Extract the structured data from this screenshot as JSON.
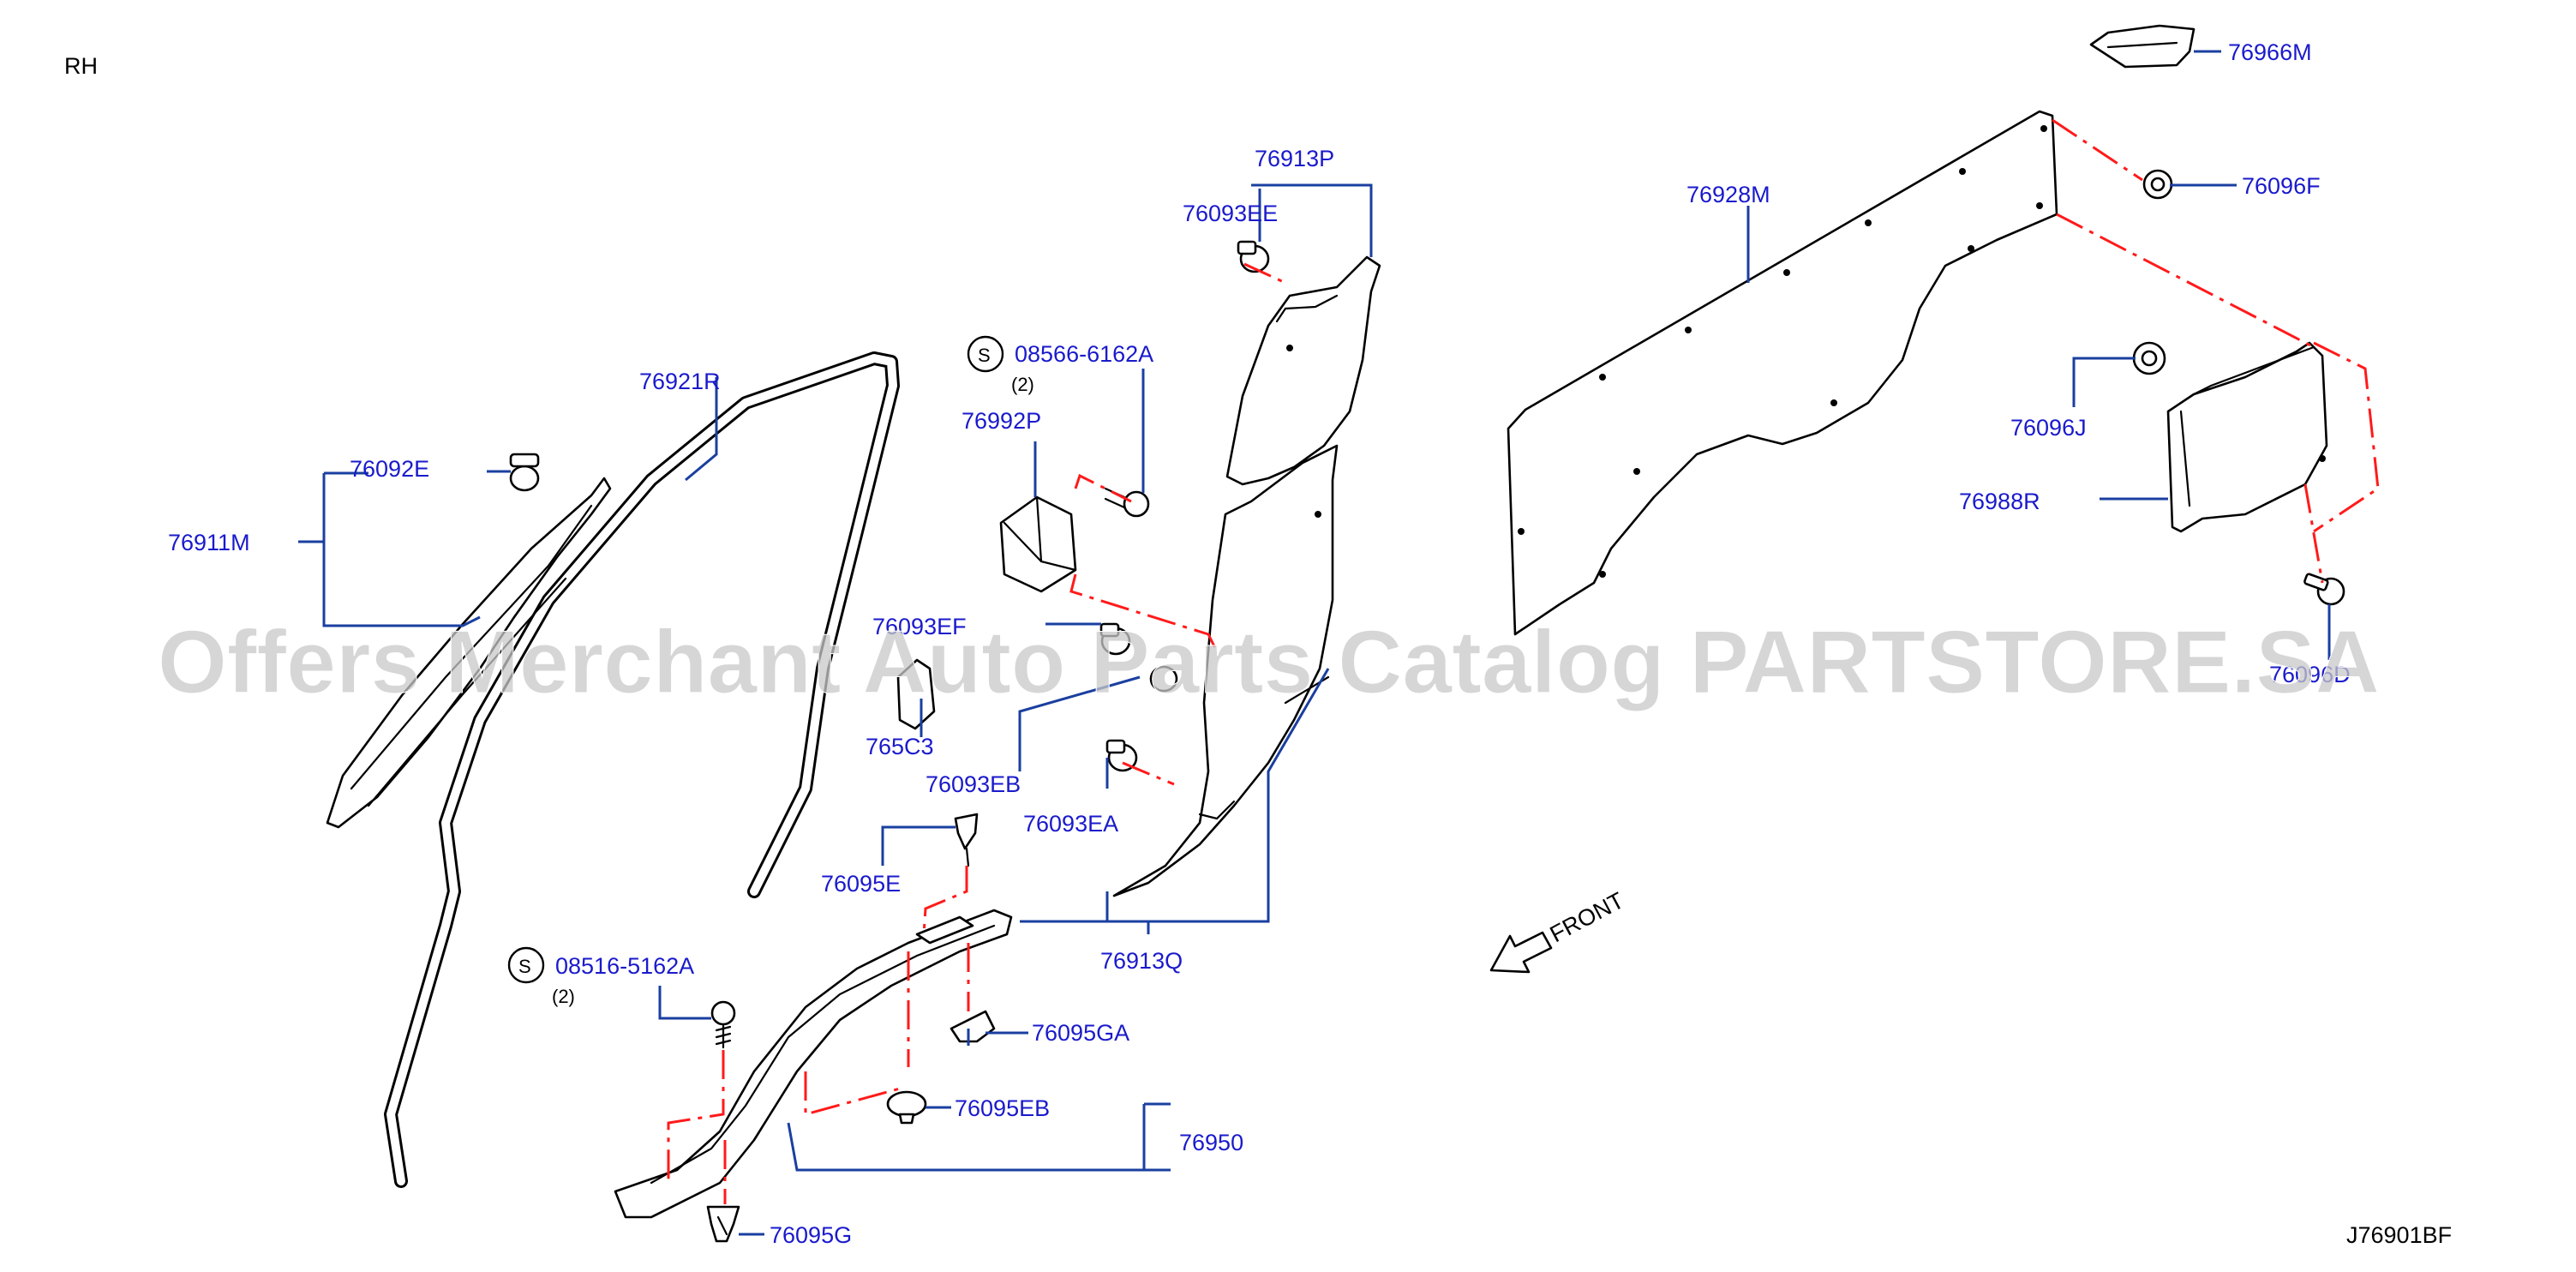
{
  "side_label": "RH",
  "diagram_code": "J76901BF",
  "watermark": "Offers Merchant Auto Parts Catalog PARTSTORE.SA",
  "front_label": "FRONT",
  "colors": {
    "label": "#1a1acc",
    "leader": "#1a3fa0",
    "assembly_line": "#ff1a1a",
    "watermark": "#c8c8c8"
  },
  "labels": {
    "p76966M": "76966M",
    "p76096F": "76096F",
    "p76928M": "76928M",
    "p76096J": "76096J",
    "p76988R": "76988R",
    "p76096D": "76096D",
    "p76913P": "76913P",
    "p76093EE": "76093EE",
    "p08566": "08566-6162A",
    "p08566_qty": "(2)",
    "p76992P": "76992P",
    "p76093EF": "76093EF",
    "p765C3": "765C3",
    "p76093EB": "76093EB",
    "p76093EA": "76093EA",
    "p76913Q": "76913Q",
    "p76921R": "76921R",
    "p76092E": "76092E",
    "p76911M": "76911M",
    "p76095E": "76095E",
    "p08516": "08516-5162A",
    "p08516_qty": "(2)",
    "p76095GA": "76095GA",
    "p76095EB": "76095EB",
    "p76950": "76950",
    "p76095G": "76095G"
  },
  "screw_symbol": "S"
}
